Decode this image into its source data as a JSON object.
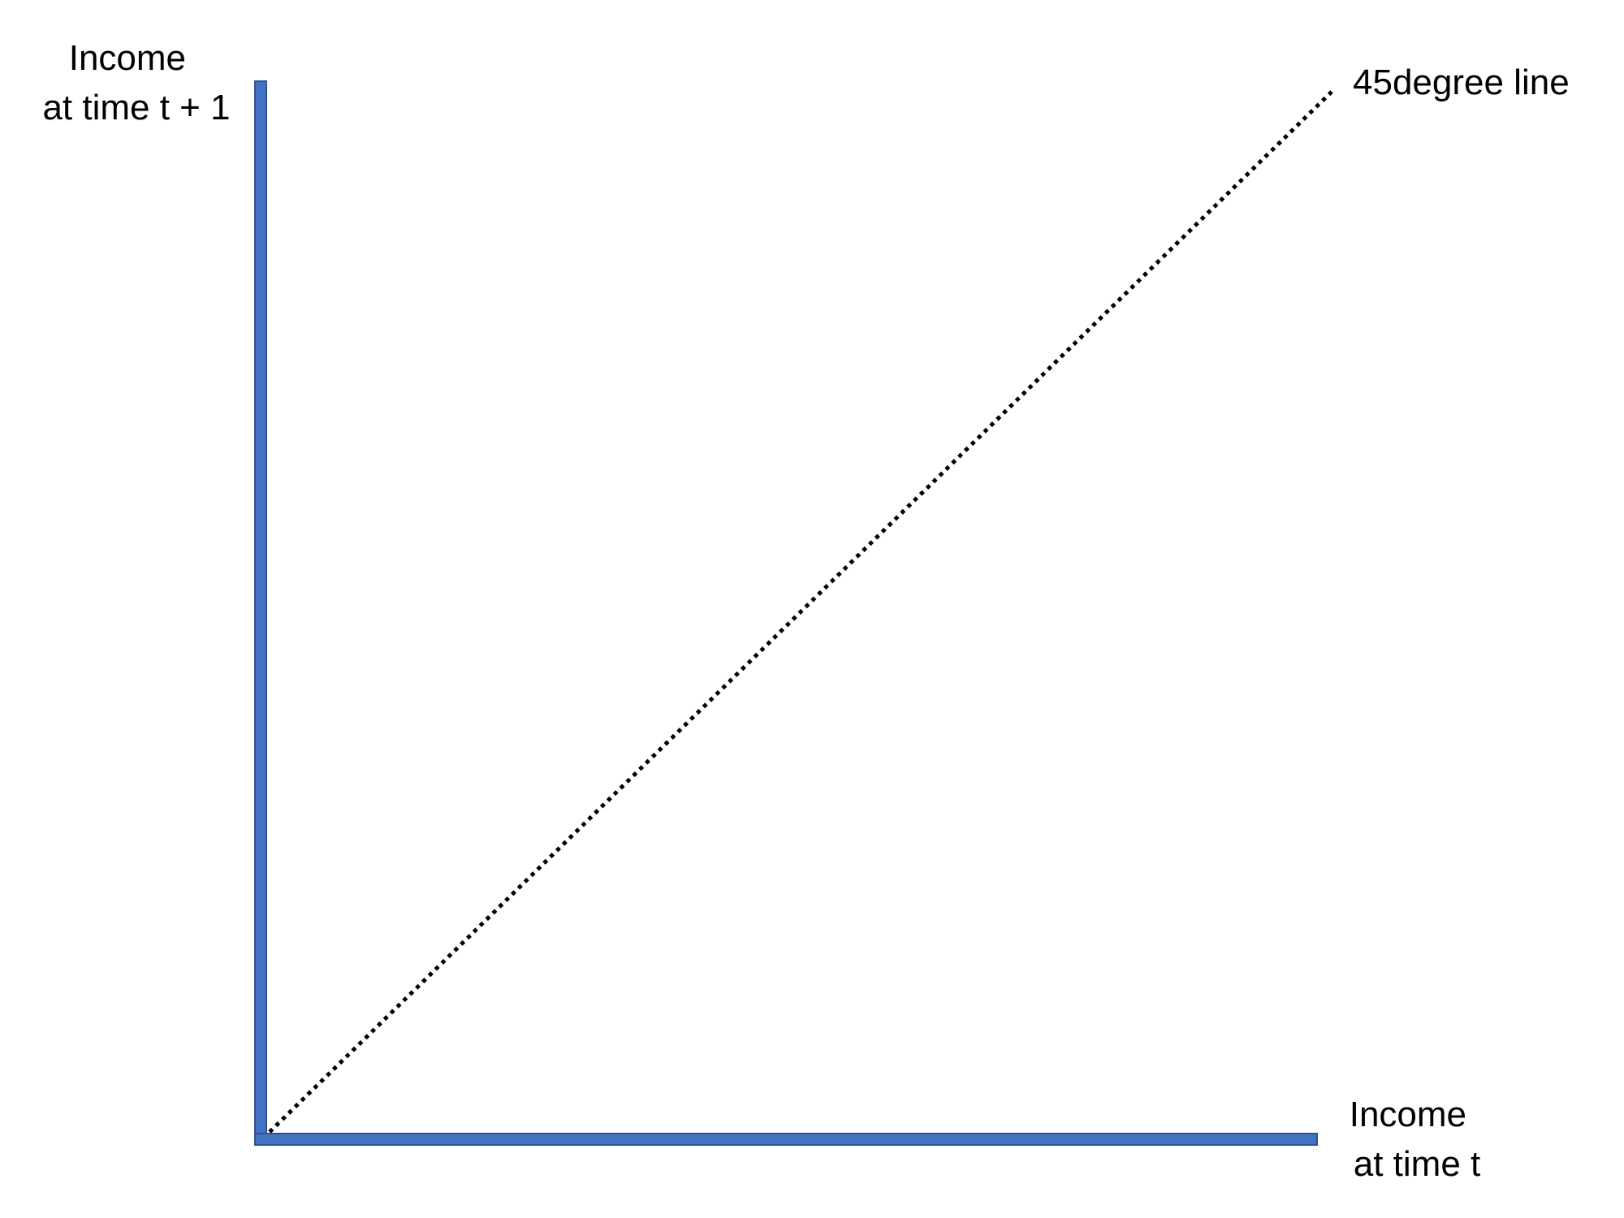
{
  "labels": {
    "y_axis": [
      "Income",
      "at time t + 1"
    ],
    "x_axis": [
      "Income",
      "at time t"
    ],
    "diagonal": "45degree line"
  },
  "colors": {
    "axis": "#4472C4",
    "axis_edge": "#2F528F",
    "diagonal": "#000000",
    "text": "#000000",
    "background": "#FFFFFF"
  }
}
